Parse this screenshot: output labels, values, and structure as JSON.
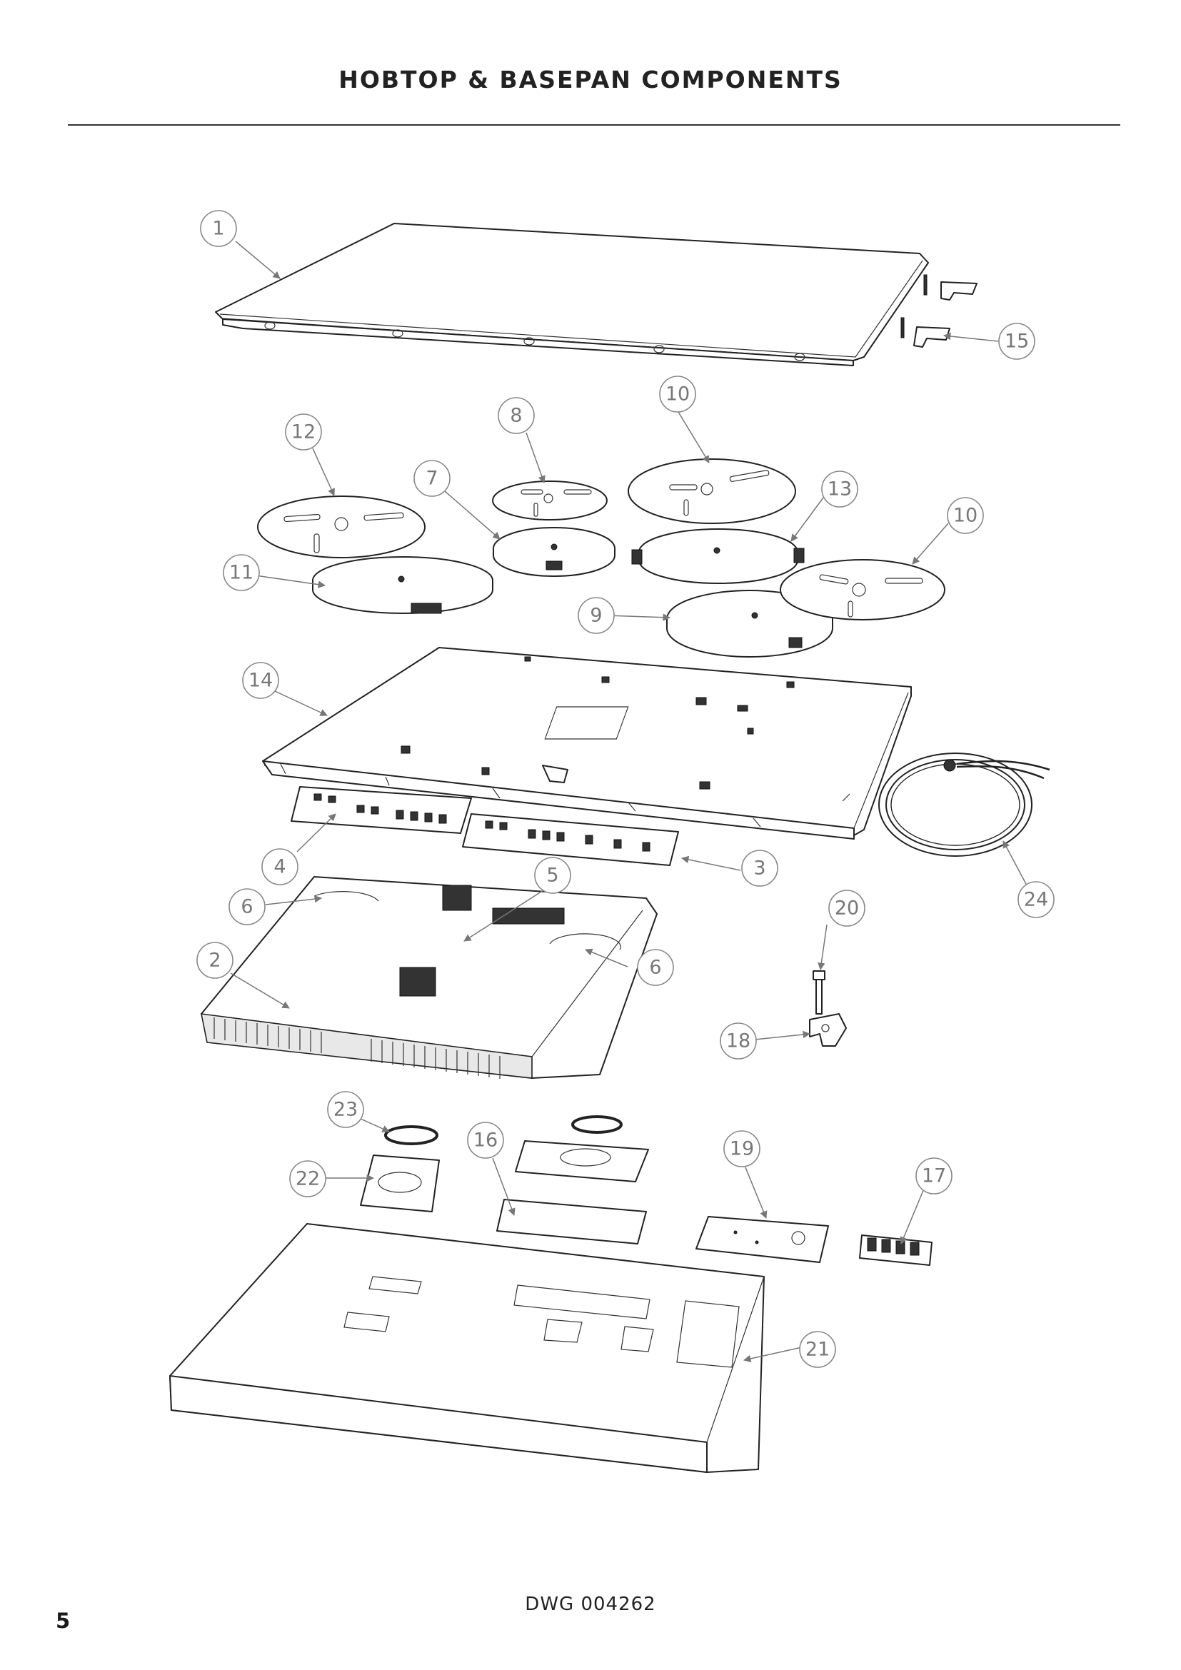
{
  "page": {
    "title": "HOBTOP & BASEPAN COMPONENTS",
    "drawing_number": "DWG 004262",
    "page_number": "5"
  },
  "callouts": [
    "1",
    "2",
    "3",
    "4",
    "5",
    "6",
    "6",
    "7",
    "8",
    "9",
    "10",
    "10",
    "11",
    "12",
    "13",
    "14",
    "15",
    "16",
    "17",
    "18",
    "19",
    "20",
    "21",
    "22",
    "23",
    "24"
  ]
}
